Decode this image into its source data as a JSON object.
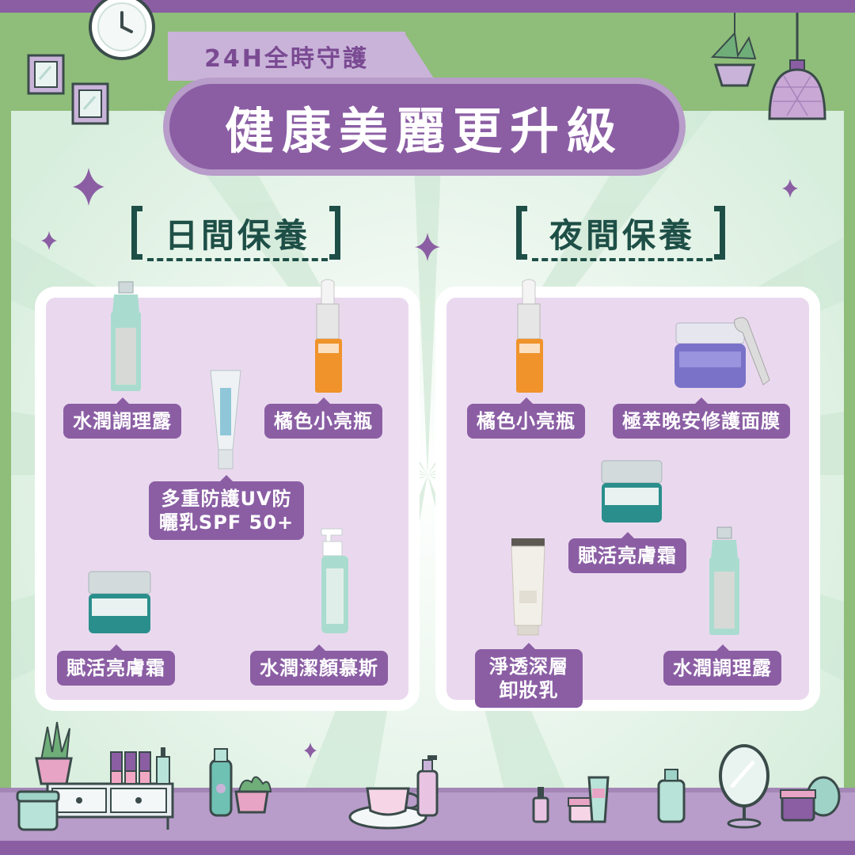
{
  "header": {
    "tag": "24H全時守護",
    "title": "健康美麗更升級"
  },
  "sections": {
    "day": {
      "title": "日間保養",
      "products": {
        "toner": "水潤調理露",
        "serum": "橘色小亮瓶",
        "sunscreen": "多重防護UV防曬乳SPF 50+",
        "cream": "賦活亮膚霜",
        "cleanser": "水潤潔顏慕斯"
      }
    },
    "night": {
      "title": "夜間保養",
      "products": {
        "serum": "橘色小亮瓶",
        "mask": "極萃晚安修護面膜",
        "cream": "賦活亮膚霜",
        "remover": "淨透深層卸妝乳",
        "toner": "水潤調理露"
      }
    }
  },
  "colors": {
    "accent": "#8b5ea4",
    "accent_light": "#c9b3d9",
    "background_green": "#8fbd7a",
    "panel": "#ead9ee",
    "text_dark": "#1e4f47",
    "serum_orange": "#f0932b",
    "bottle_teal": "#9fd3c7"
  }
}
